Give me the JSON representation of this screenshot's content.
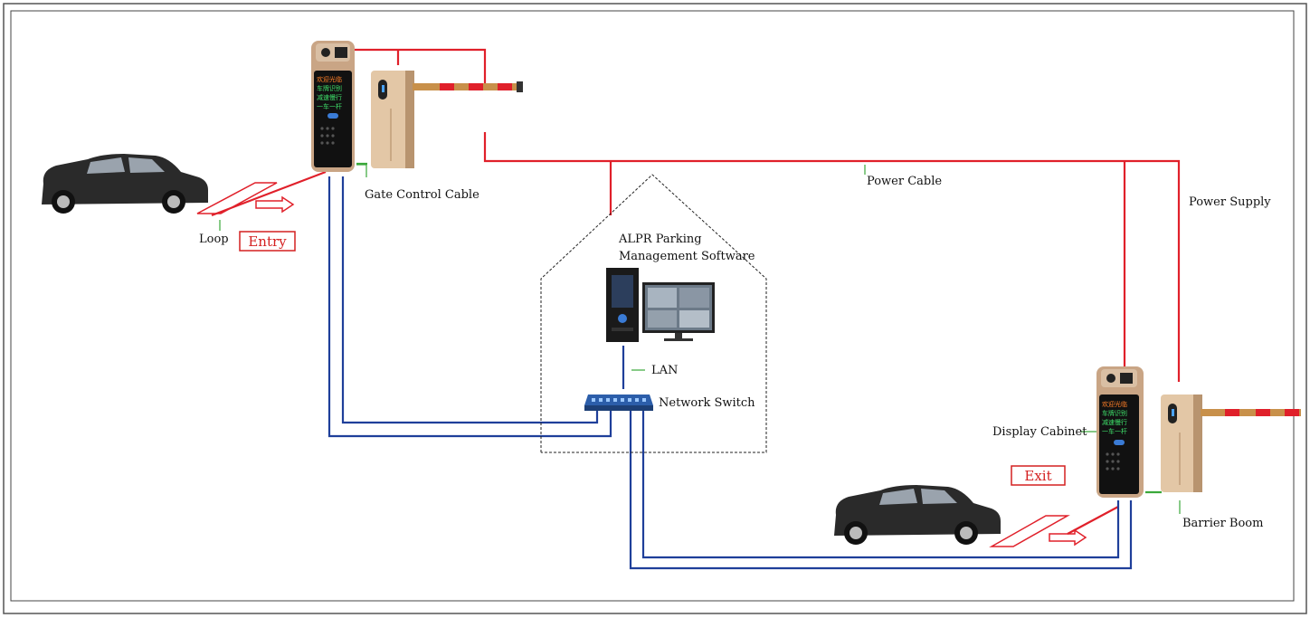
{
  "labels": {
    "gate_control_cable": "Gate Control Cable",
    "power_cable": "Power Cable",
    "power_supply": "Power Supply",
    "loop": "Loop",
    "entry": "Entry",
    "software_line1": "ALPR Parking",
    "software_line2": "Management Software",
    "lan": "LAN",
    "network_switch": "Network Switch",
    "display_cabinet": "Display Cabinet",
    "exit": "Exit",
    "barrier_boom": "Barrier Boom"
  },
  "display_screen_text": [
    "欢迎光临",
    "车牌识别",
    "减速慢行",
    "一车一杆"
  ],
  "colors": {
    "power_line": "#e0202a",
    "network_line": "#1f3f9a",
    "pointer": "#3aa83a",
    "cabinet_body": "#c9a585",
    "cabinet_screen": "#111111",
    "boom_arm": "#c8904a",
    "boom_stripe": "#e0202a"
  }
}
